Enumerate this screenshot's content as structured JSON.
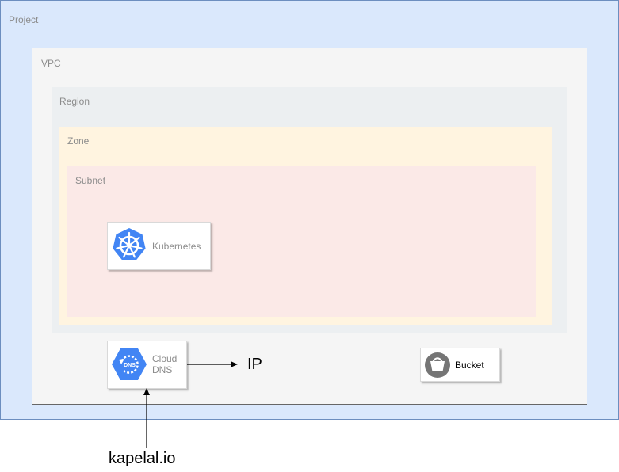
{
  "containers": {
    "project": "Project",
    "vpc": "VPC",
    "region": "Region",
    "zone": "Zone",
    "subnet": "Subnet"
  },
  "services": {
    "kubernetes": {
      "label": "Kubernetes",
      "icon": "kubernetes-icon"
    },
    "cloud_dns": {
      "line1": "Cloud",
      "line2": "DNS",
      "icon": "cloud-dns-icon"
    },
    "bucket": {
      "label": "Bucket",
      "icon": "bucket-icon"
    }
  },
  "annotations": {
    "ip": "IP",
    "domain": "kapelal.io"
  },
  "colors": {
    "project_fill": "#dae8fc",
    "vpc_fill": "#f5f5f5",
    "region_fill": "#eceff1",
    "zone_fill": "#fff4e0",
    "subnet_fill": "#fbe9e7",
    "gcp_blue": "#4285f4",
    "bucket_gray": "#757575"
  }
}
